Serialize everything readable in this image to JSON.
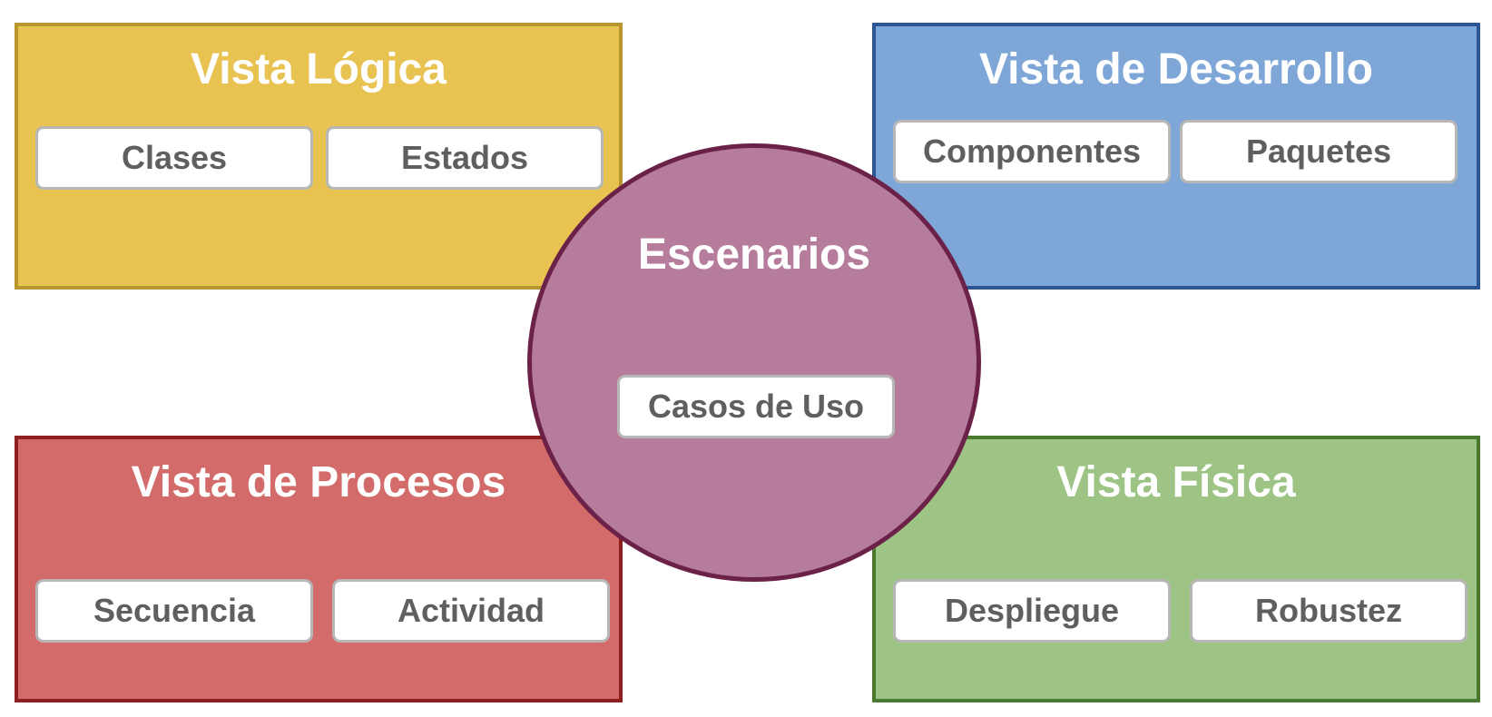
{
  "logical_view": {
    "title": "Vista Lógica",
    "items": [
      "Clases",
      "Estados"
    ],
    "fill_color": "#e8c352",
    "border_color": "#b8952e"
  },
  "development_view": {
    "title": "Vista de Desarrollo",
    "items": [
      "Componentes",
      "Paquetes"
    ],
    "fill_color": "#7ea7d8",
    "border_color": "#2c5594"
  },
  "process_view": {
    "title": "Vista de Procesos",
    "items": [
      "Secuencia",
      "Actividad"
    ],
    "fill_color": "#d26b69",
    "border_color": "#8f1f1f"
  },
  "physical_view": {
    "title": "Vista Física",
    "items": [
      "Despliegue",
      "Robustez"
    ],
    "fill_color": "#9dc385",
    "border_color": "#4a7a30"
  },
  "scenarios": {
    "title": "Escenarios",
    "items": [
      "Casos de Uso"
    ],
    "fill_color": "#b67c9c",
    "border_color": "#6b2148"
  }
}
